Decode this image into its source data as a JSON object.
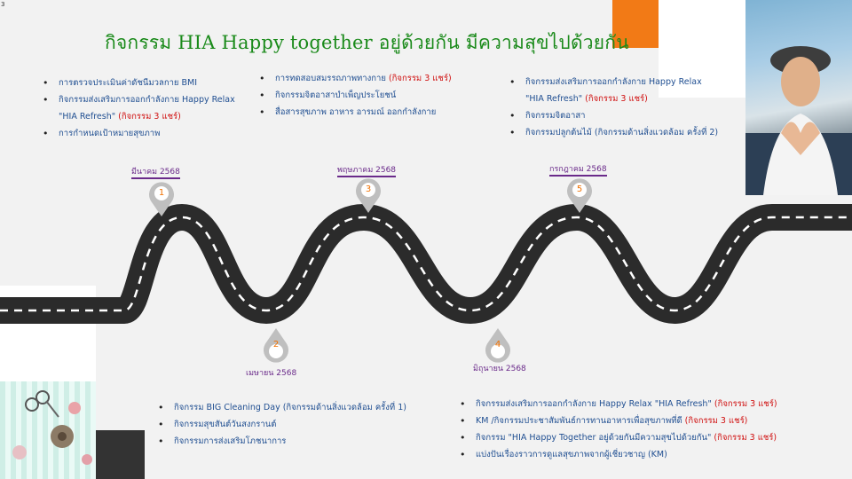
{
  "slide_number": "3",
  "title": "กิจกรรม HIA Happy together อยู่ด้วยกัน มีความสุขไปด้วยกัน",
  "colors": {
    "title": "#1a8a1a",
    "bullet_text": "#1f4e91",
    "highlight": "#d01010",
    "date": "#6a2a8a",
    "marker_number": "#f07000",
    "road": "#2b2b2b",
    "pin": "#bfbfbf"
  },
  "milestones": [
    {
      "number": "1",
      "date": "มีนาคม 2568"
    },
    {
      "number": "2",
      "date": "เมษายน 2568"
    },
    {
      "number": "3",
      "date": "พฤษภาคม 2568"
    },
    {
      "number": "4",
      "date": "มิถุนายน 2568"
    },
    {
      "number": "5",
      "date": "กรกฎาคม 2568"
    }
  ],
  "groups": {
    "march": {
      "i1": "การตรวจประเมินค่าดัชนีมวลกาย BMI",
      "i2": "กิจกรรมส่งเสริมการออกกำลังกาย Happy Relax",
      "i2b": "\"HIA Refresh\"",
      "i2c": "(กิจกรรม 3 แชร์)",
      "i3": "การกำหนดเป้าหมายสุขภาพ"
    },
    "may": {
      "i1": "การทดสอบสมรรถภาพทางกาย",
      "i1c": "(กิจกรรม 3 แชร์)",
      "i2": "กิจกรรมจิตอาสาบำเพ็ญประโยชน์",
      "i3": "สื่อสารสุขภาพ อาหาร อารมณ์ ออกกำลังกาย"
    },
    "july": {
      "i1": "กิจกรรมส่งเสริมการออกกำลังกาย Happy Relax",
      "i1b": "\"HIA Refresh\"",
      "i1c": "(กิจกรรม 3 แชร์)",
      "i2": "กิจกรรมจิตอาสา",
      "i3": "กิจกรรมปลูกต้นไม้ (กิจกรรมด้านสิ่งแวดล้อม ครั้งที่ 2)"
    },
    "april": {
      "i1": "กิจกรรม BIG Cleaning Day (กิจกรรมด้านสิ่งแวดล้อม ครั้งที่ 1)",
      "i2": "กิจกรรมสุขสันต์วันสงกรานต์",
      "i3": "กิจกรรมการส่งเสริมโภชนาการ"
    },
    "june": {
      "i1": "กิจกรรมส่งเสริมการออกกำลังกาย Happy Relax \"HIA Refresh\"",
      "i1c": "(กิจกรรม 3 แชร์)",
      "i2": "KM /กิจกรรมประชาสัมพันธ์การทานอาหารเพื่อสุขภาพที่ดี",
      "i2c": "(กิจกรรม 3 แชร์)",
      "i3": "กิจกรรม \"HIA Happy Together อยู่ด้วยกันมีความสุขไปด้วยกัน\"",
      "i3c": "(กิจกรรม 3 แชร์)",
      "i4": "แบ่งปันเรื่องราวการดูแลสุขภาพจากผู้เชี่ยวชาญ (KM)"
    }
  }
}
